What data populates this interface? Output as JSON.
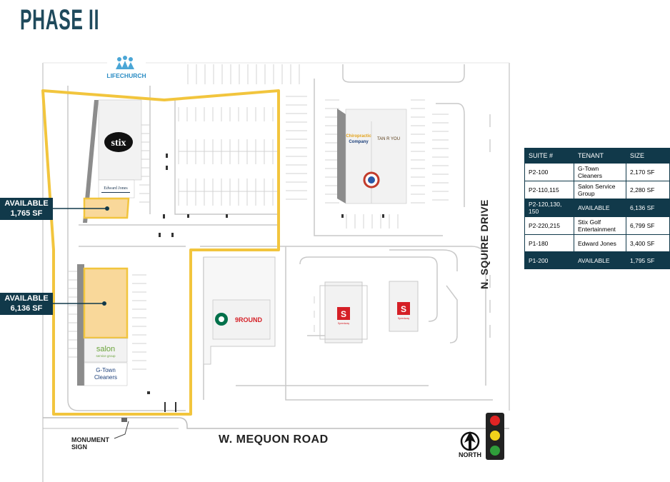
{
  "page_title": "PHASE II",
  "available_labels": [
    {
      "line1": "AVAILABLE",
      "line2": "1,765 SF"
    },
    {
      "line1": "AVAILABLE",
      "line2": "6,136 SF"
    }
  ],
  "roads": {
    "south": "W. MEQUON ROAD",
    "east": "N. SQUIRE DRIVE"
  },
  "monument_sign": {
    "line1": "MONUMENT",
    "line2": "SIGN"
  },
  "north_label": "NORTH",
  "tenant_logos": {
    "lifechurch": "LIFECHURCH",
    "stix": "stix",
    "edward_jones": "Edward Jones",
    "salon": "salon",
    "salon_sub": "service group",
    "gtown_line1": "G-Town",
    "gtown_line2": "Cleaners",
    "nine_round": "9ROUND",
    "chiropractic_line1": "Chiropractic",
    "chiropractic_line2": "Company",
    "tan": "TAN R YOU",
    "speedway": "Speedway"
  },
  "table": {
    "headers": [
      "SUITE #",
      "TENANT",
      "SIZE"
    ],
    "rows": [
      {
        "suite": "P2-100",
        "tenant": "G-Town Cleaners",
        "size": "2,170 SF",
        "dark": false
      },
      {
        "suite": "P2-110,115",
        "tenant": "Salon Service Group",
        "size": "2,280 SF",
        "dark": false
      },
      {
        "suite": "P2-120,130, 150",
        "tenant": "AVAILABLE",
        "size": "6,136 SF",
        "dark": true
      },
      {
        "suite": "P2-220,215",
        "tenant": "Stix Golf Entertainment",
        "size": "6,799 SF",
        "dark": false
      },
      {
        "suite": "P1-180",
        "tenant": "Edward Jones",
        "size": "3,400 SF",
        "dark": false
      },
      {
        "suite": "P1-200",
        "tenant": "AVAILABLE",
        "size": "1,795 SF",
        "dark": true
      }
    ]
  },
  "colors": {
    "highlight": "#f2c53d",
    "available_fill": "#f9d89a",
    "label_bg": "#11394a",
    "building": "#f2f2f2",
    "building_shadow": "#8c8c8c",
    "lot_line": "#cfcfcf",
    "starbucks": "#00704a",
    "speedway": "#d51f26"
  }
}
